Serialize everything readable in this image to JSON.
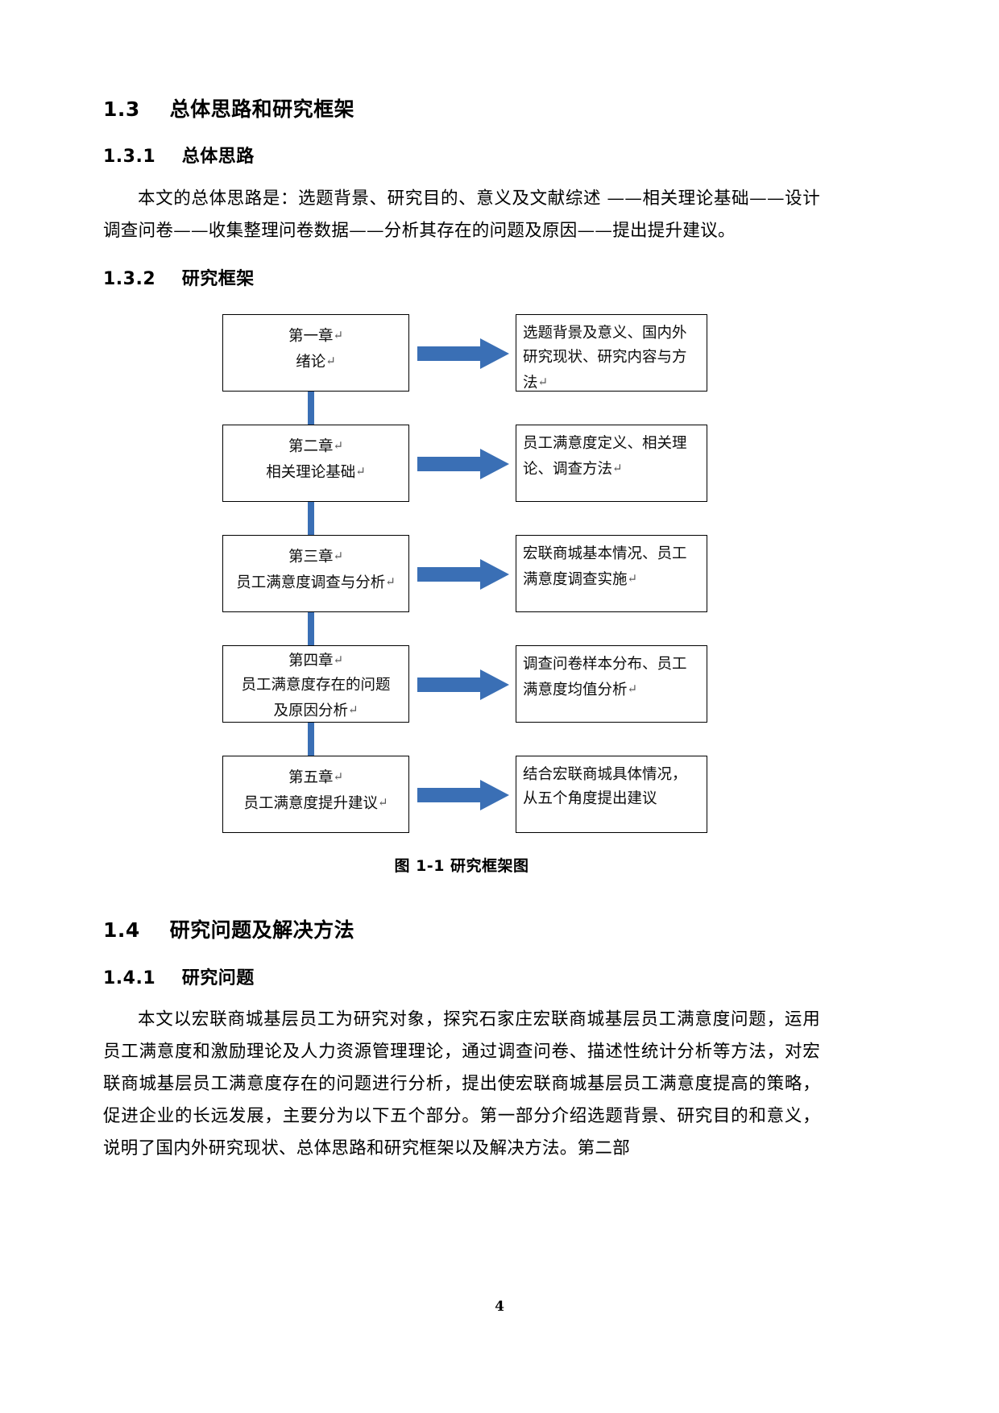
{
  "page": {
    "number": "4",
    "accent_color": "#3a6fb5",
    "text_color": "#000000",
    "background": "#ffffff"
  },
  "sections": {
    "s13": {
      "number": "1.3",
      "title": "总体思路和研究框架"
    },
    "s131": {
      "number": "1.3.1",
      "title": "总体思路",
      "paragraph": "本文的总体思路是：选题背景、研究目的、意义及文献综述 ——相关理论基础——设计调查问卷——收集整理问卷数据——分析其存在的问题及原因——提出提升建议。"
    },
    "s132": {
      "number": "1.3.2",
      "title": "研究框架"
    },
    "s14": {
      "number": "1.4",
      "title": "研究问题及解决方法"
    },
    "s141": {
      "number": "1.4.1",
      "title": "研究问题",
      "paragraph": "本文以宏联商城基层员工为研究对象，探究石家庄宏联商城基层员工满意度问题，运用员工满意度和激励理论及人力资源管理理论，通过调查问卷、描述性统计分析等方法，对宏联商城基层员工满意度存在的问题进行分析，提出使宏联商城基层员工满意度提高的策略，促进企业的长远发展，主要分为以下五个部分。第一部分介绍选题背景、研究目的和意义，说明了国内外研究现状、总体思路和研究框架以及解决方法。第二部"
    }
  },
  "figure": {
    "caption": "图 1-1  研究框架图",
    "rows": [
      {
        "left_lines": [
          "第一章",
          "绪论"
        ],
        "right_lines": [
          "选题背景及意义、国内外",
          "研究现状、研究内容与方",
          "法"
        ]
      },
      {
        "left_lines": [
          "第二章",
          "相关理论基础"
        ],
        "right_lines": [
          "员工满意度定义、相关理",
          "论、调查方法"
        ]
      },
      {
        "left_lines": [
          "第三章",
          "员工满意度调查与分析"
        ],
        "right_lines": [
          "宏联商城基本情况、员工",
          "满意度调查实施"
        ]
      },
      {
        "left_lines": [
          "第四章",
          "员工满意度存在的问题",
          "及原因分析"
        ],
        "right_lines": [
          "调查问卷样本分布、员工",
          "满意度均值分析"
        ]
      },
      {
        "left_lines": [
          "第五章",
          "员工满意度提升建议"
        ],
        "right_lines": [
          "结合宏联商城具体情况，",
          "从五个角度提出建议"
        ]
      }
    ],
    "pilcrow": "↵"
  }
}
